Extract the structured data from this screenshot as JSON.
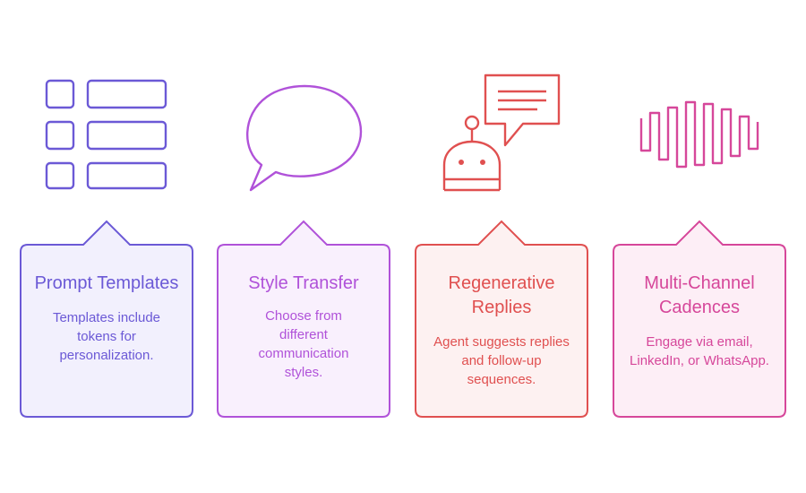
{
  "cards": [
    {
      "title": "Prompt Templates",
      "description": "Templates include tokens for personalization.",
      "color": "#6b59d6",
      "fill": "#f2f0fd",
      "icon": "list-icon"
    },
    {
      "title": "Style Transfer",
      "description": "Choose from different communication styles.",
      "color": "#b052d9",
      "fill": "#f9f0fd",
      "icon": "speech-bubble-icon"
    },
    {
      "title": "Regenerative Replies",
      "description": "Agent suggests replies and follow-up sequences.",
      "color": "#e05050",
      "fill": "#fdf1f1",
      "icon": "robot-chat-icon"
    },
    {
      "title": "Multi-Channel Cadences",
      "description": "Engage via email, LinkedIn, or WhatsApp.",
      "color": "#d6479a",
      "fill": "#fdeef6",
      "icon": "waveform-icon"
    }
  ]
}
